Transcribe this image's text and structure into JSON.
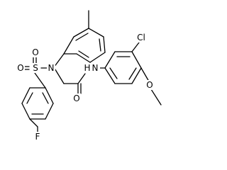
{
  "molecule": {
    "atoms": {
      "sulfur": "S",
      "sulfonyl_oxygen_top": "O",
      "sulfonyl_oxygen_left": "O",
      "sulfonamide_nitrogen": "N",
      "amide_nitrogen_h": "H",
      "amide_nitrogen": "N",
      "amide_oxygen": "O",
      "chlorine": "Cl",
      "methoxy_oxygen": "O",
      "fluorine": "F"
    }
  }
}
